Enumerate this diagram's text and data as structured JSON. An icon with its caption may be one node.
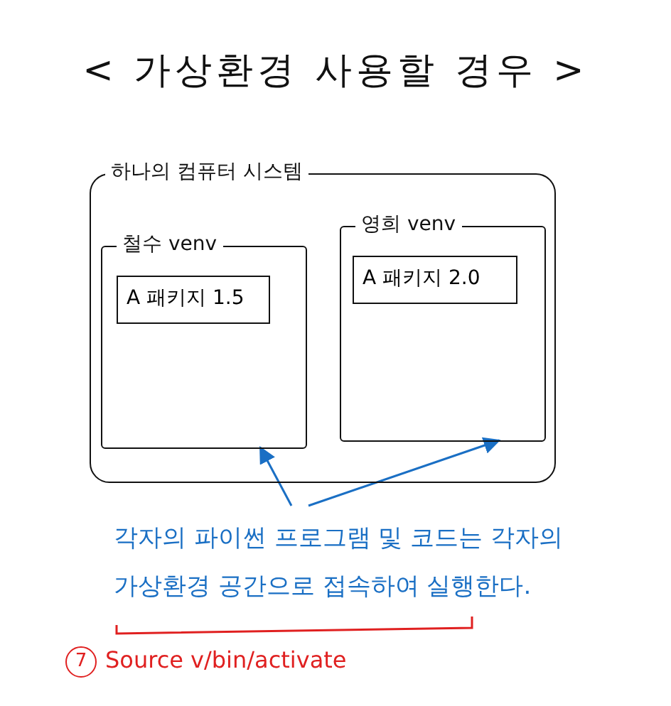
{
  "diagram": {
    "title": "< 가상환경 사용할 경우 >",
    "nodes": [
      {
        "text": [
          "하나의 컴퓨터 시스템"
        ]
      },
      {
        "text": [
          "철수 venv"
        ],
        "in": 0
      },
      {
        "text": [
          "A 패키지 1.5"
        ],
        "in": 1
      },
      {
        "text": [
          "영희 venv"
        ],
        "in": 0
      },
      {
        "text": [
          "A 패키지 2.0"
        ],
        "in": 3
      },
      {
        "text": [
          "각자의 파이썬 프로그램 및 코드는 각자의 가상환경 공간으로 접속하여 실행한다."
        ]
      }
    ],
    "edges": [
      {
        "from": 5,
        "to": 1,
        "arrow": "to"
      },
      {
        "from": 5,
        "to": 3,
        "arrow": "to"
      }
    ],
    "labels": [
      "7",
      "Source v/bin/activate"
    ]
  }
}
